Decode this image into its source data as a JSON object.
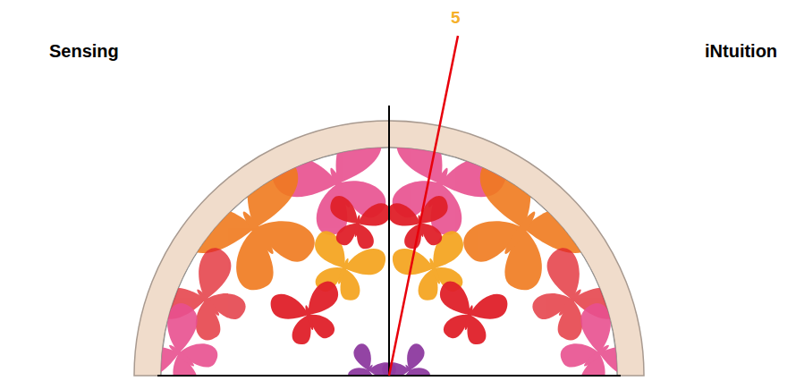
{
  "diagram": {
    "labels": [
      "Sensing",
      "iNtuition",
      "5"
    ]
  }
}
